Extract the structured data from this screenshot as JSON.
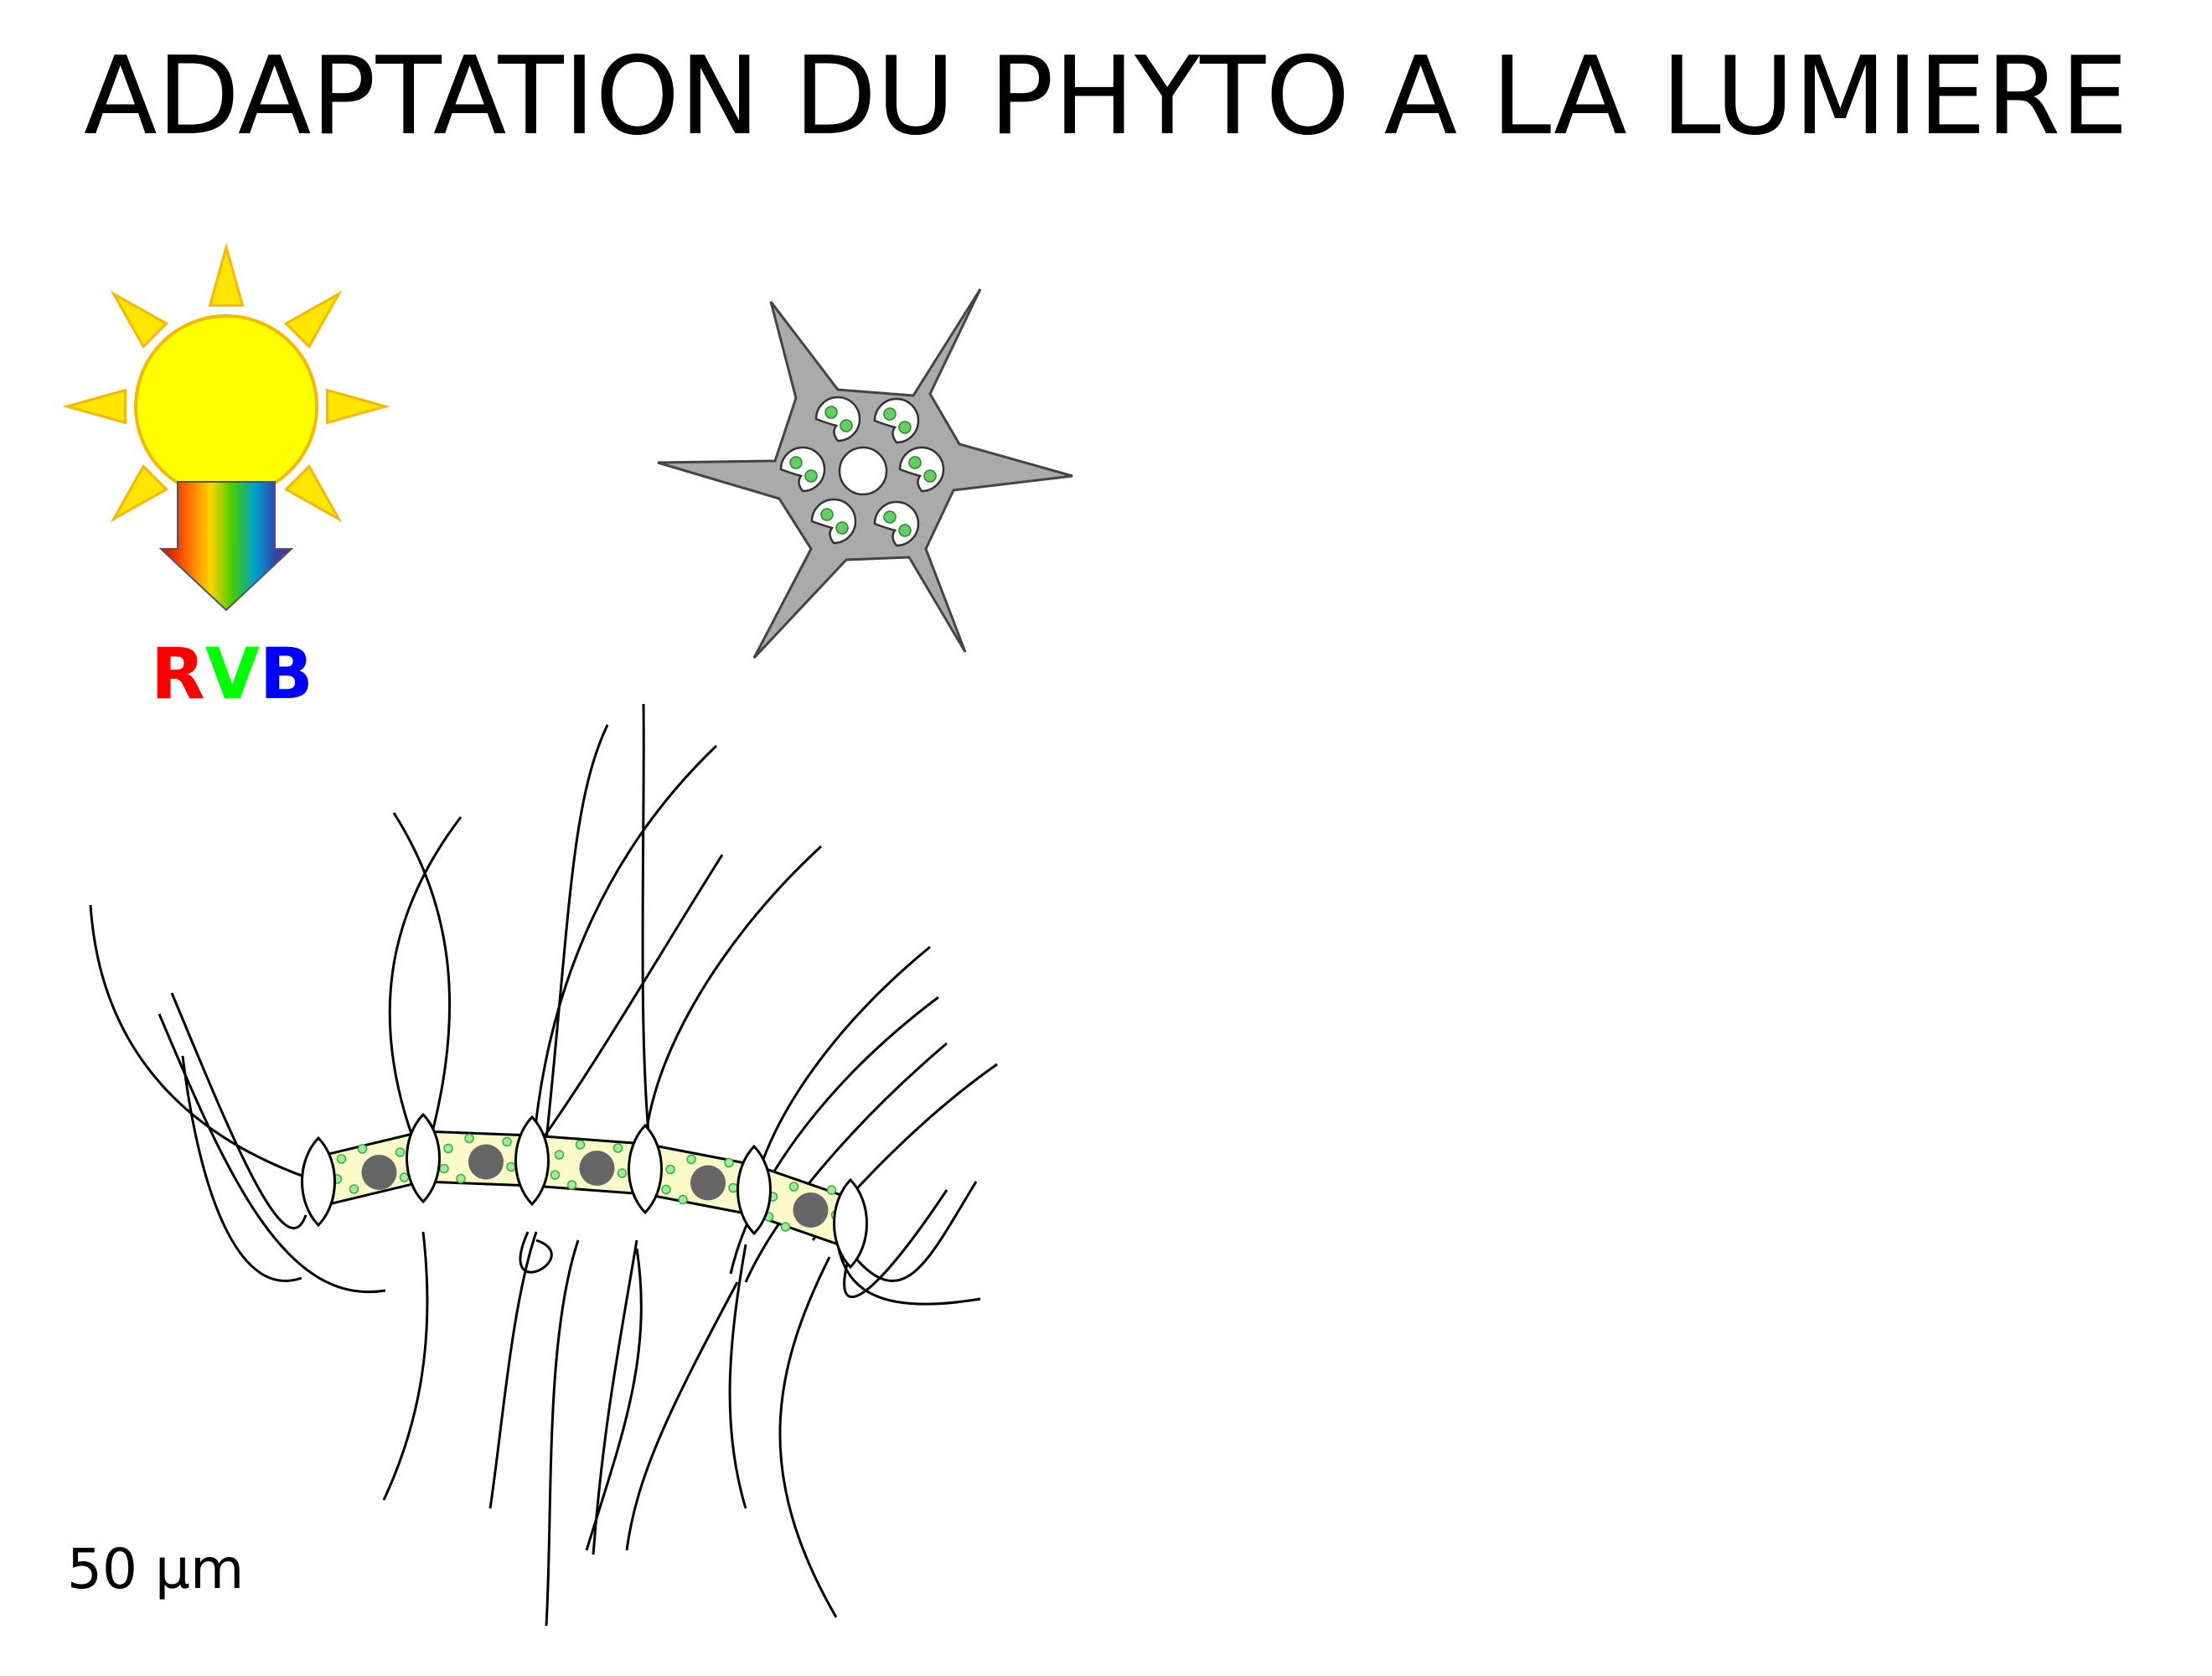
{
  "title": "ADAPTATION DU PHYTO A LA LUMIERE",
  "sun": {
    "letters": [
      {
        "text": "R",
        "color": "#ff0000"
      },
      {
        "text": "V",
        "color": "#00ff00"
      },
      {
        "text": "B",
        "color": "#0000ff"
      }
    ],
    "color": "#ffff00",
    "ray_color": "#ffe600",
    "outline_color": "#f5b800"
  },
  "scale_bar": {
    "label": "50 µm",
    "color": "#000000"
  },
  "colors": {
    "cell_green": "#c8f8c8",
    "chloroplast": "#00ee00",
    "nucleus": "#808080",
    "chain_cell": "#fafac8",
    "radiolarian": "#aaaaaa",
    "flagellum_red": "#ff0000",
    "girdle_blue": "#0000ff",
    "girdle_olive": "#888800"
  }
}
